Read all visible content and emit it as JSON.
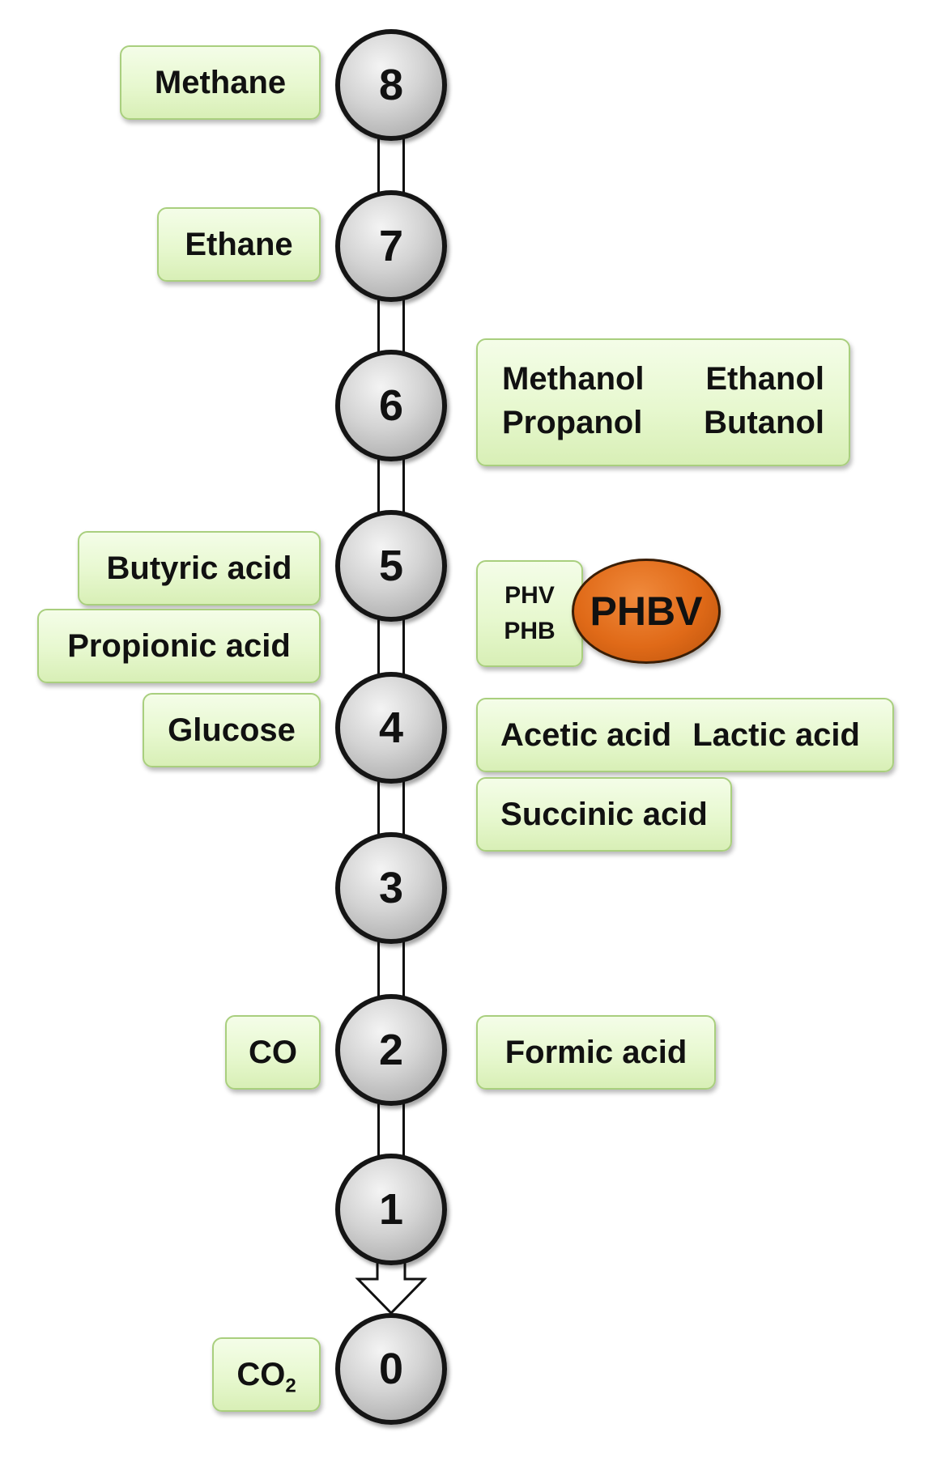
{
  "oxidation_states": [
    "8",
    "7",
    "6",
    "5",
    "4",
    "3",
    "2",
    "1",
    "0"
  ],
  "compounds": {
    "methane": "Methane",
    "ethane": "Ethane",
    "methanol": "Methanol",
    "ethanol": "Ethanol",
    "propanol": "Propanol",
    "butanol": "Butanol",
    "butyric_acid": "Butyric acid",
    "propionic_acid": "Propionic acid",
    "phv": "PHV",
    "phb": "PHB",
    "phbv": "PHBV",
    "glucose": "Glucose",
    "acetic_acid": "Acetic acid",
    "lactic_acid": "Lactic acid",
    "succinic_acid": "Succinic acid",
    "co": "CO",
    "formic_acid": "Formic acid",
    "co2": "CO",
    "co2_subscript": "2"
  },
  "colors": {
    "box_fill": "#e7f8cf",
    "box_border": "#a9cf7e",
    "phbv_fill": "#e06a18",
    "node_fill": "#c8c8c8",
    "node_border": "#151515"
  }
}
